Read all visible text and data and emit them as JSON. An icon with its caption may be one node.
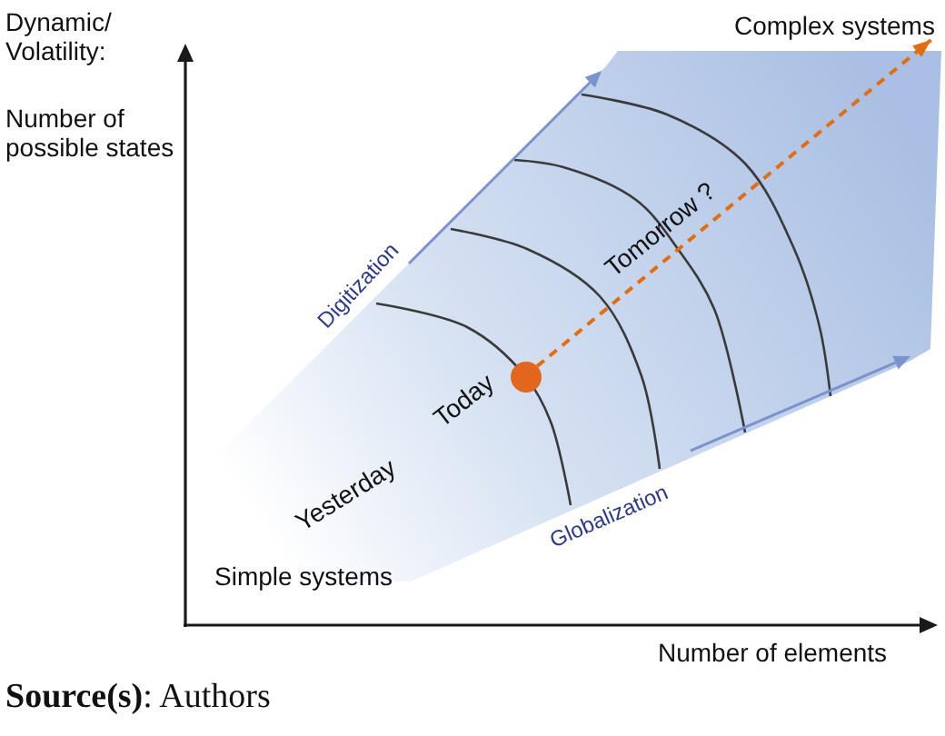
{
  "diagram": {
    "caption": "**Source(s)**: Authors",
    "nodes": [
      {
        "text": [
          "Complex systems"
        ]
      },
      {
        "text": [],
        "shape": "circle"
      }
    ],
    "edges": [
      {
        "from": 1,
        "to": 0,
        "arrow": "to",
        "style": "dashed",
        "color": "#e46c0a"
      }
    ],
    "labels": [
      "Dynamic/ Volatility:",
      "Number of possible states",
      "Tomorrow ?",
      "Digitization",
      "Today",
      "Yesterday",
      "Globalization",
      "Simple systems",
      "Number of elements"
    ]
  }
}
